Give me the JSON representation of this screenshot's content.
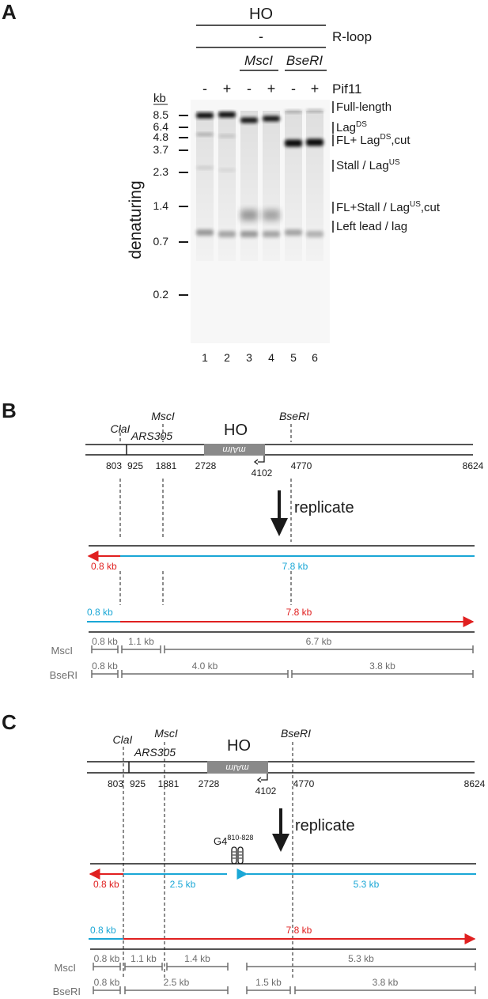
{
  "panel_a": {
    "letter": "A",
    "header_top": "HO",
    "header_mid": "-",
    "header_rloop": "R-loop",
    "enzyme_1": "MscI",
    "enzyme_2": "BseRI",
    "pif11_label": "Pif11",
    "pif11_signs": [
      "-",
      "+",
      "-",
      "+",
      "-",
      "+"
    ],
    "kb_label": "kb",
    "ladder": [
      "8.5",
      "6.4",
      "4.8",
      "3.7",
      "2.3",
      "1.4",
      "0.7",
      "0.2"
    ],
    "axis_label": "denaturing",
    "lane_numbers": [
      "1",
      "2",
      "3",
      "4",
      "5",
      "6"
    ],
    "band_labels": [
      {
        "text": "Full-length",
        "sup": "",
        "tail": ""
      },
      {
        "text": "Lag",
        "sup": "DS",
        "tail": ""
      },
      {
        "text": "FL+ Lag",
        "sup": "DS",
        "tail": ",cut"
      },
      {
        "text": "Stall / Lag",
        "sup": "US",
        "tail": ""
      },
      {
        "text": "FL+Stall / Lag",
        "sup": "US",
        "tail": ",cut"
      },
      {
        "text": "Left lead / lag",
        "sup": "",
        "tail": ""
      }
    ]
  },
  "panel_b": {
    "letter": "B",
    "cla": "ClaI",
    "msc": "MscI",
    "bse": "BseRI",
    "ars": "ARS305",
    "ho": "HO",
    "box_text": "mAIrn",
    "coords": [
      "803",
      "925",
      "1881",
      "2728",
      "4102",
      "4770",
      "8624"
    ],
    "replicate": "replicate",
    "top_red": "0.8 kb",
    "top_blue": "7.8 kb",
    "bot_blue": "0.8 kb",
    "bot_red": "7.8 kb",
    "msc_row_label": "MscI",
    "msc_row": [
      "0.8 kb",
      "1.1 kb",
      "6.7 kb"
    ],
    "bse_row_label": "BseRI",
    "bse_row": [
      "0.8 kb",
      "4.0 kb",
      "3.8 kb"
    ]
  },
  "panel_c": {
    "letter": "C",
    "cla": "ClaI",
    "msc": "MscI",
    "bse": "BseRI",
    "ars": "ARS305",
    "ho": "HO",
    "box_text": "mAIrn",
    "coords": [
      "803",
      "925",
      "1881",
      "2728",
      "4102",
      "4770",
      "8624"
    ],
    "replicate": "replicate",
    "g4": "G4",
    "g4_sup": "810-828",
    "top_red": "0.8 kb",
    "top_blue_1": "2.5 kb",
    "top_blue_2": "5.3 kb",
    "bot_blue": "0.8 kb",
    "bot_red": "7.8 kb",
    "msc_row_label": "MscI",
    "msc_row": [
      "0.8 kb",
      "1.1 kb",
      "1.4 kb",
      "5.3 kb"
    ],
    "bse_row_label": "BseRI",
    "bse_row": [
      "0.8 kb",
      "2.5 kb",
      "1.5 kb",
      "3.8 kb"
    ]
  },
  "colors": {
    "blue": "#1aa7d6",
    "red": "#e02020",
    "gray": "#6e6e6e",
    "box": "#8a8a8a",
    "black": "#1a1a1a"
  }
}
